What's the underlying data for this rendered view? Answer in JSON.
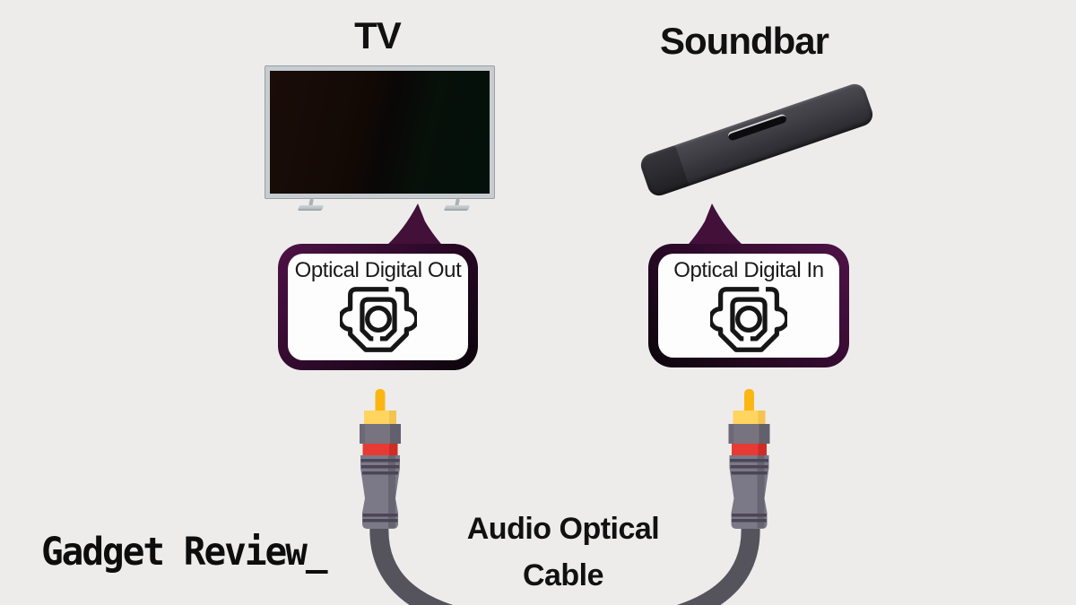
{
  "page": {
    "background_color": "#EDECEB",
    "type": "infographic-diagram"
  },
  "devices": {
    "tv": {
      "title": "TV",
      "port_label": "Optical Digital Out",
      "port_icon": "toslink-optical-port"
    },
    "soundbar": {
      "title": "Soundbar",
      "port_label": "Optical Digital In",
      "port_icon": "toslink-optical-port"
    }
  },
  "cable": {
    "caption_line1": "Audio Optical",
    "caption_line2": "Cable",
    "connector_type": "optical-plug",
    "colors": {
      "pin_orange": "#FCB614",
      "cap_yellow": "#FFD55F",
      "body_gray": "#77747F",
      "band_red": "#E63B34",
      "cord_gray": "#55545C"
    }
  },
  "bubbles": {
    "gradient_purple": "#4E1246",
    "gradient_black": "#0B060B",
    "fill": "#FDFDFD"
  },
  "branding": {
    "logo_text": "Gadget Review_"
  }
}
